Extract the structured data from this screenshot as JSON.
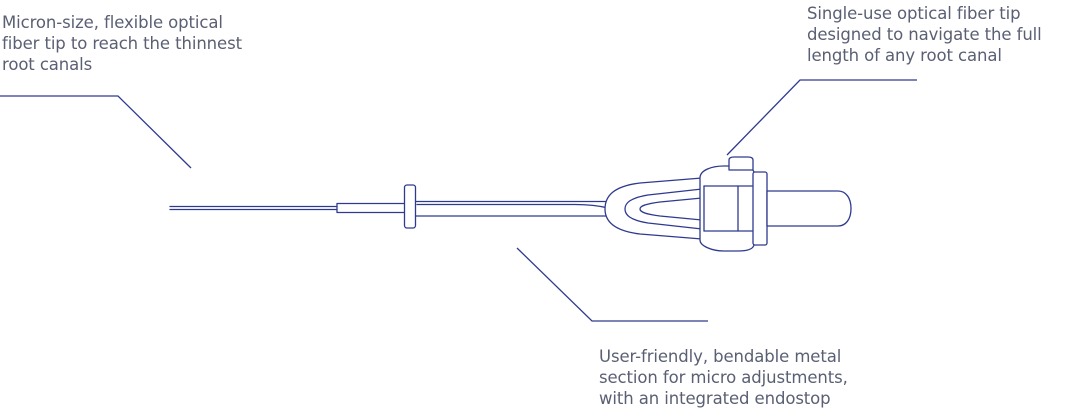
{
  "callouts": {
    "fiber_tip": "Micron-size, flexible optical\nfiber tip to reach the thinnest\nroot canals",
    "single_use": "Single-use optical fiber tip\ndesigned to navigate the full\nlength of any root canal",
    "metal_section": "User-friendly, bendable metal\nsection for micro adjustments,\nwith an integrated endostop"
  },
  "colors": {
    "line": "#2f3a8f",
    "text": "#5a5f73"
  }
}
